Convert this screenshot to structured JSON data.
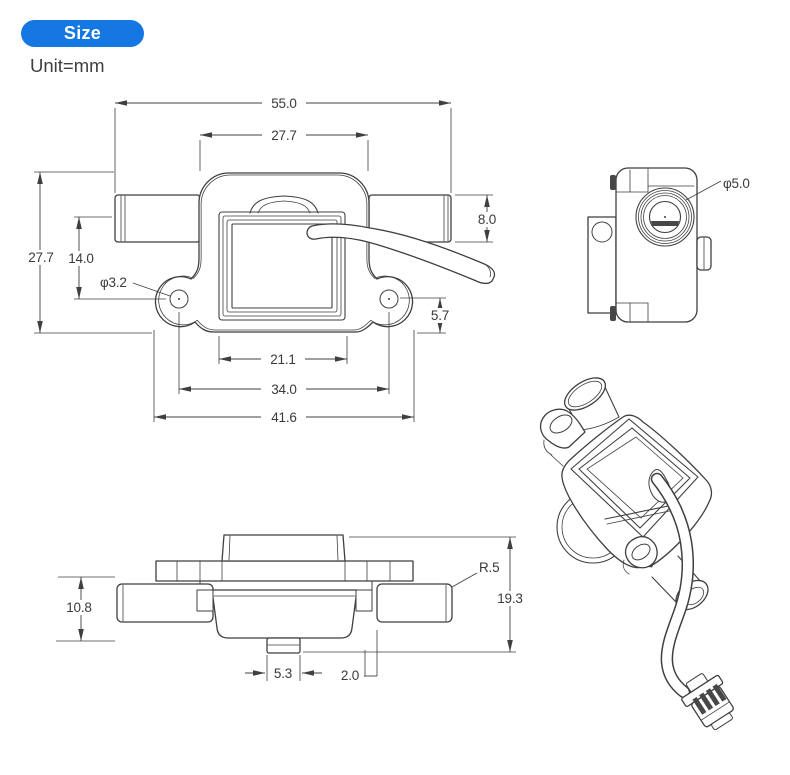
{
  "header": {
    "badge_label": "Size",
    "unit_label": "Unit=mm"
  },
  "colors": {
    "accent_blue": "#1577e2",
    "line": "#3f3f3f",
    "text": "#3a3a3a",
    "background": "#ffffff"
  },
  "dims": {
    "front_total_width": "55.0",
    "front_body_width": "27.7",
    "front_total_height": "27.7",
    "front_port_center_height": "14.0",
    "front_hole_diameter": "φ3.2",
    "front_port_diameter": "8.0",
    "front_hole_to_base": "5.7",
    "front_window_width": "21.1",
    "front_hole_spacing": "34.0",
    "front_flange_width": "41.6",
    "side_port_diameter": "φ5.0",
    "bottom_body_height": "10.8",
    "bottom_total_height": "19.3",
    "bottom_corner_radius": "R.5",
    "bottom_stub_width": "5.3",
    "bottom_stub_offset": "2.0"
  }
}
